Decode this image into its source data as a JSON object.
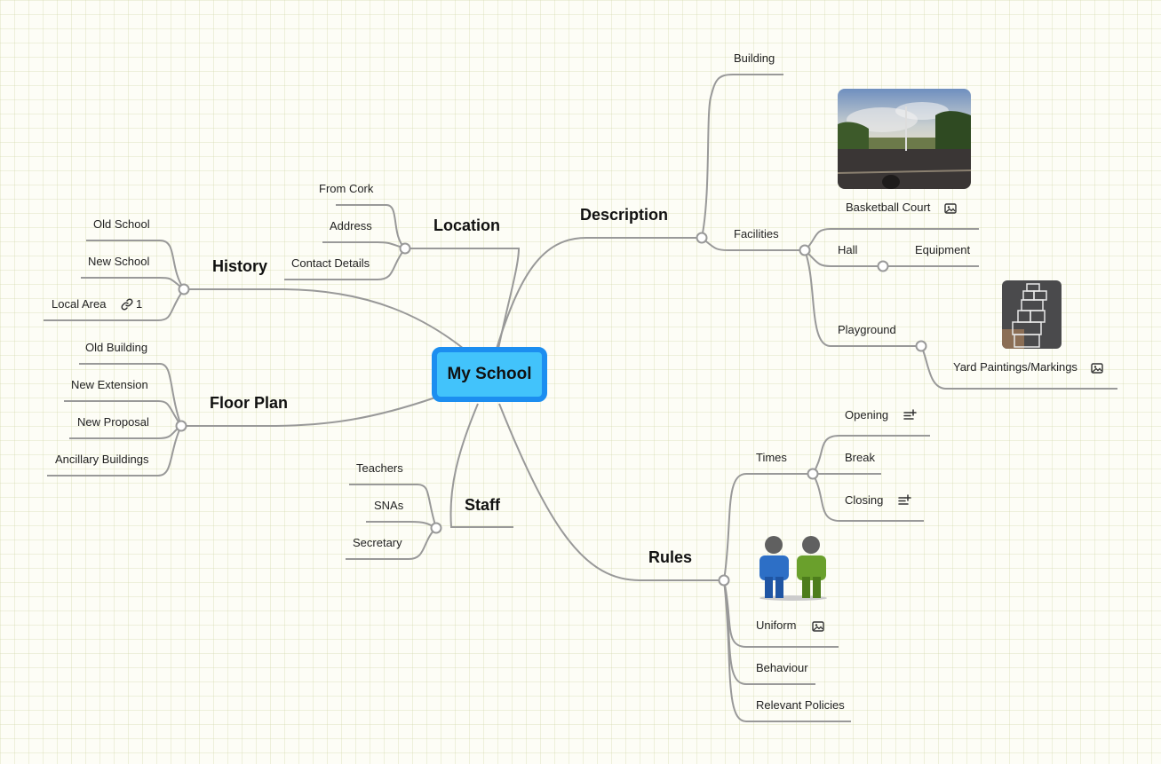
{
  "central": "My School",
  "branches": {
    "location": {
      "label": "Location",
      "children": [
        "From Cork",
        "Address",
        "Contact Details"
      ]
    },
    "history": {
      "label": "History",
      "children": [
        "Old School",
        "New School",
        "Local Area"
      ],
      "link_count": "1"
    },
    "floor_plan": {
      "label": "Floor Plan",
      "children": [
        "Old Building",
        "New Extension",
        "New Proposal",
        "Ancillary Buildings"
      ]
    },
    "staff": {
      "label": "Staff",
      "children": [
        "Teachers",
        "SNAs",
        "Secretary"
      ]
    },
    "description": {
      "label": "Description",
      "building": "Building",
      "facilities": {
        "label": "Facilities",
        "basketball": "Basketball Court",
        "hall": "Hall",
        "equipment": "Equipment",
        "playground": "Playground",
        "yard": "Yard Paintings/Markings"
      }
    },
    "rules": {
      "label": "Rules",
      "times": {
        "label": "Times",
        "children": [
          "Opening",
          "Break",
          "Closing"
        ]
      },
      "uniform": "Uniform",
      "behaviour": "Behaviour",
      "policies": "Relevant Policies"
    }
  },
  "colors": {
    "connector": "#999999",
    "center_fill": "#42c3fb",
    "center_border": "#1c8ef0"
  }
}
